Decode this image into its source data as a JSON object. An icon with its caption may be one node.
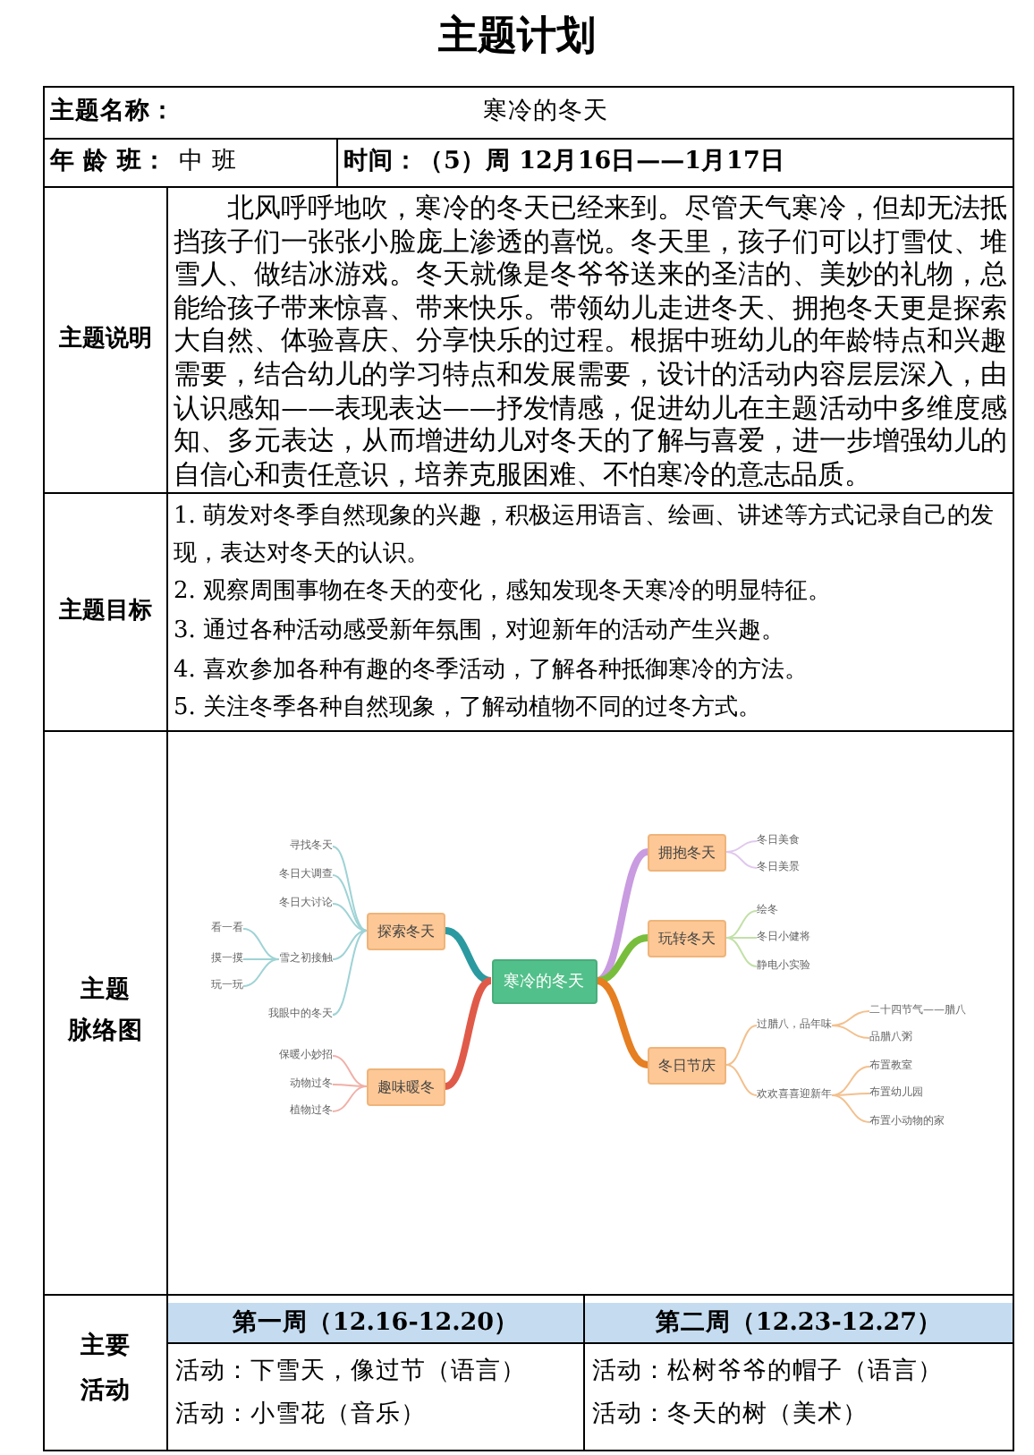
{
  "diagram": {
    "title": "主题计划",
    "nodes": [
      {
        "text": [
          "寒冷的冬天"
        ]
      },
      {
        "text": [
          "探索冬天"
        ]
      },
      {
        "text": [
          "寻找冬天"
        ]
      },
      {
        "text": [
          "冬日大调查"
        ]
      },
      {
        "text": [
          "冬日大讨论"
        ]
      },
      {
        "text": [
          "雪之初接触"
        ]
      },
      {
        "text": [
          "看一看"
        ]
      },
      {
        "text": [
          "摸一摸"
        ]
      },
      {
        "text": [
          "玩一玩"
        ]
      },
      {
        "text": [
          "我眼中的冬天"
        ]
      },
      {
        "text": [
          "趣味暖冬"
        ]
      },
      {
        "text": [
          "保暖小妙招"
        ]
      },
      {
        "text": [
          "动物过冬"
        ]
      },
      {
        "text": [
          "植物过冬"
        ]
      },
      {
        "text": [
          "拥抱冬天"
        ]
      },
      {
        "text": [
          "冬日美食"
        ]
      },
      {
        "text": [
          "冬日美景"
        ]
      },
      {
        "text": [
          "玩转冬天"
        ]
      },
      {
        "text": [
          "绘冬"
        ]
      },
      {
        "text": [
          "冬日小健将"
        ]
      },
      {
        "text": [
          "静电小实验"
        ]
      },
      {
        "text": [
          "冬日节庆"
        ]
      },
      {
        "text": [
          "过腊八，品年味"
        ]
      },
      {
        "text": [
          "二十四节气——腊八"
        ]
      },
      {
        "text": [
          "品腊八粥"
        ]
      },
      {
        "text": [
          "欢欢喜喜迎新年"
        ]
      },
      {
        "text": [
          "布置教室"
        ]
      },
      {
        "text": [
          "布置幼儿园"
        ]
      },
      {
        "text": [
          "布置小动物的家"
        ]
      }
    ],
    "edges": [
      {
        "from": 0,
        "to": 1,
        "arrow": "none",
        "style": "thick",
        "color": "#2a9aa0"
      },
      {
        "from": 1,
        "to": 2,
        "arrow": "none",
        "color": "#9fd3d5"
      },
      {
        "from": 1,
        "to": 3,
        "arrow": "none",
        "color": "#9fd3d5"
      },
      {
        "from": 1,
        "to": 4,
        "arrow": "none",
        "color": "#9fd3d5"
      },
      {
        "from": 1,
        "to": 5,
        "arrow": "none",
        "color": "#9fd3d5"
      },
      {
        "from": 5,
        "to": 6,
        "arrow": "none",
        "color": "#9fd3d5"
      },
      {
        "from": 5,
        "to": 7,
        "arrow": "none",
        "color": "#9fd3d5"
      },
      {
        "from": 5,
        "to": 8,
        "arrow": "none",
        "color": "#9fd3d5"
      },
      {
        "from": 1,
        "to": 9,
        "arrow": "none",
        "color": "#9fd3d5"
      },
      {
        "from": 0,
        "to": 10,
        "arrow": "none",
        "style": "thick",
        "color": "#e05a4a"
      },
      {
        "from": 10,
        "to": 11,
        "arrow": "none",
        "color": "#f0b0a8"
      },
      {
        "from": 10,
        "to": 12,
        "arrow": "none",
        "color": "#f0b0a8"
      },
      {
        "from": 10,
        "to": 13,
        "arrow": "none",
        "color": "#f0b0a8"
      },
      {
        "from": 0,
        "to": 14,
        "arrow": "none",
        "style": "thick",
        "color": "#c99be0"
      },
      {
        "from": 14,
        "to": 15,
        "arrow": "none",
        "color": "#e0c8ee"
      },
      {
        "from": 14,
        "to": 16,
        "arrow": "none",
        "color": "#e0c8ee"
      },
      {
        "from": 0,
        "to": 17,
        "arrow": "none",
        "style": "thick",
        "color": "#78be3c"
      },
      {
        "from": 17,
        "to": 18,
        "arrow": "none",
        "color": "#c2e0a8"
      },
      {
        "from": 17,
        "to": 19,
        "arrow": "none",
        "color": "#c2e0a8"
      },
      {
        "from": 17,
        "to": 20,
        "arrow": "none",
        "color": "#c2e0a8"
      },
      {
        "from": 0,
        "to": 21,
        "arrow": "none",
        "style": "thick",
        "color": "#e67e22"
      },
      {
        "from": 21,
        "to": 22,
        "arrow": "none",
        "color": "#f3c08e"
      },
      {
        "from": 22,
        "to": 23,
        "arrow": "none",
        "color": "#f3c08e"
      },
      {
        "from": 22,
        "to": 24,
        "arrow": "none",
        "color": "#f3c08e"
      },
      {
        "from": 21,
        "to": 25,
        "arrow": "none",
        "color": "#f3c08e"
      },
      {
        "from": 25,
        "to": 26,
        "arrow": "none",
        "color": "#f3c08e"
      },
      {
        "from": 25,
        "to": 27,
        "arrow": "none",
        "color": "#f3c08e"
      },
      {
        "from": 25,
        "to": 28,
        "arrow": "none",
        "color": "#f3c08e"
      }
    ],
    "labels": [
      "主题名称：",
      "寒冷的冬天",
      "年 龄 班：",
      "中 班",
      "时间：（5）周 12月16日——1月17日",
      "主题说明",
      "北风呼呼地吹，寒冷的冬天已经来到。尽管天气寒冷，但却无法抵挡孩子们一张张小脸庞上渗透的喜悦。冬天里，孩子们可以打雪仗、堆雪人、做结冰游戏。冬天就像是冬爷爷送来的圣洁的、美妙的礼物，总能给孩子带来惊喜、带来快乐。带领幼儿走进冬天、拥抱冬天更是探索大自然、体验喜庆、分享快乐的过程。根据中班幼儿的年龄特点和兴趣需要，结合幼儿的学习特点和发展需要，设计的活动内容层层深入，由认识感知——表现表达——抒发情感，促进幼儿在主题活动中多维度感知、多元表达，从而增进幼儿对冬天的了解与喜爱，进一步增强幼儿的自信心和责任意识，培养克服困难、不怕寒冷的意志品质。",
      "主题目标",
      "1. 萌发对冬季自然现象的兴趣，积极运用语言、绘画、讲述等方式记录自己的发现，表达对冬天的认识。",
      "2. 观察周围事物在冬天的变化，感知发现冬天寒冷的明显特征。",
      "3. 通过各种活动感受新年氛围，对迎新年的活动产生兴趣。",
      "4. 喜欢参加各种有趣的冬季活动，了解各种抵御寒冷的方法。",
      "5. 关注冬季各种自然现象，了解动植物不同的过冬方式。",
      "主题",
      "脉络图",
      "主要",
      "活动",
      "第一周（12.16-12.20）",
      "第二周（12.23-12.27）",
      "活动：下雪天，像过节（语言）",
      "活动：松树爷爷的帽子（语言）",
      "活动：小雪花（音乐）",
      "活动：冬天的树（美术）"
    ]
  }
}
